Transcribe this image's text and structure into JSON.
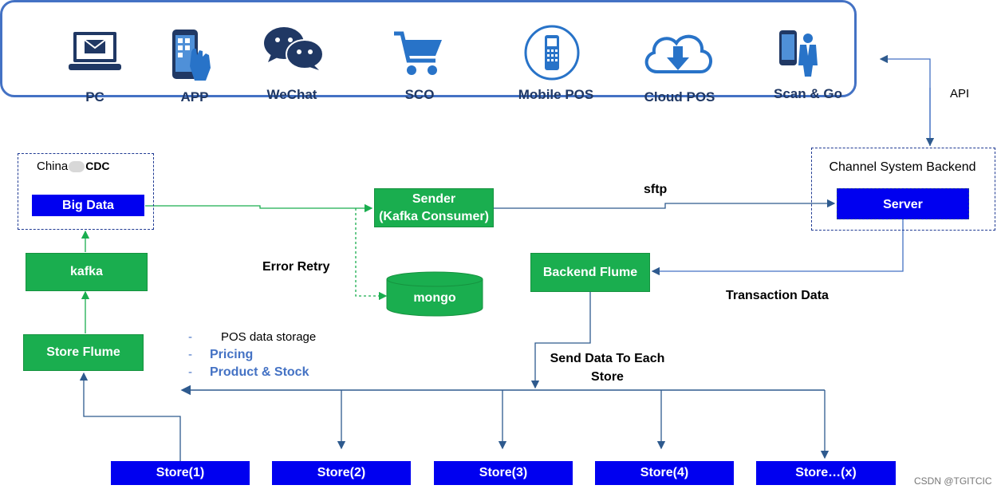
{
  "channels": [
    {
      "label": "PC",
      "icon": "laptop-mail-icon"
    },
    {
      "label": "APP",
      "icon": "phone-hand-icon"
    },
    {
      "label": "WeChat",
      "icon": "wechat-icon"
    },
    {
      "label": "SCO",
      "icon": "shopping-cart-icon"
    },
    {
      "label": "Mobile POS",
      "icon": "pos-terminal-icon"
    },
    {
      "label": "Cloud POS",
      "icon": "cloud-download-icon"
    },
    {
      "label": "Scan & Go",
      "icon": "phone-person-icon"
    }
  ],
  "cdc": {
    "title_prefix": "China",
    "title_suffix": "CDC",
    "big_data": "Big Data"
  },
  "kafka": "kafka",
  "store_flume": "Store Flume",
  "sender": {
    "line1": "Sender",
    "line2": "(Kafka Consumer)"
  },
  "error_retry": "Error Retry",
  "mongo": "mongo",
  "sftp": "sftp",
  "api": "API",
  "backend": {
    "title": "Channel System Backend",
    "server": "Server"
  },
  "backend_flume": "Backend Flume",
  "transaction_data": "Transaction Data",
  "send_data": {
    "line1": "Send Data To Each",
    "line2": "Store"
  },
  "storage_list": {
    "dash": "-",
    "item1": "POS data storage",
    "item2": "Pricing",
    "item3": "Product & Stock"
  },
  "stores": [
    "Store(1)",
    "Store(2)",
    "Store(3)",
    "Store(4)",
    "Store…(x)"
  ],
  "watermark": "CSDN @TGITCIC",
  "colors": {
    "green": "#1aae4f",
    "blue": "#0000f0",
    "accent": "#4472c4"
  }
}
